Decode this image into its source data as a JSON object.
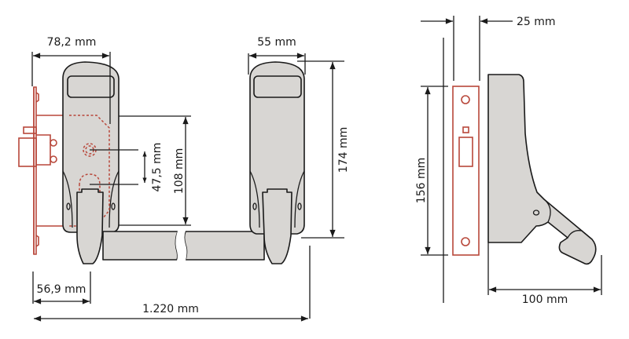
{
  "diagram": {
    "title": "Panic exit push bar lock dimensions",
    "colors": {
      "outline": "#1a1a1a",
      "body_fill": "#d8d6d3",
      "lock_case": "#b8473a",
      "background": "#ffffff"
    },
    "front_view": {
      "labels": {
        "left_handle_width": "78,2 mm",
        "right_handle_width": "55 mm",
        "handle_height": "174 mm",
        "vertical_108": "108 mm",
        "cylinder_offset": "47,5 mm",
        "backset": "56,9 mm",
        "bar_length": "1.220 mm"
      }
    },
    "side_view": {
      "labels": {
        "faceplate_thickness": "25 mm",
        "faceplate_height": "156 mm",
        "projection": "100 mm"
      }
    }
  }
}
